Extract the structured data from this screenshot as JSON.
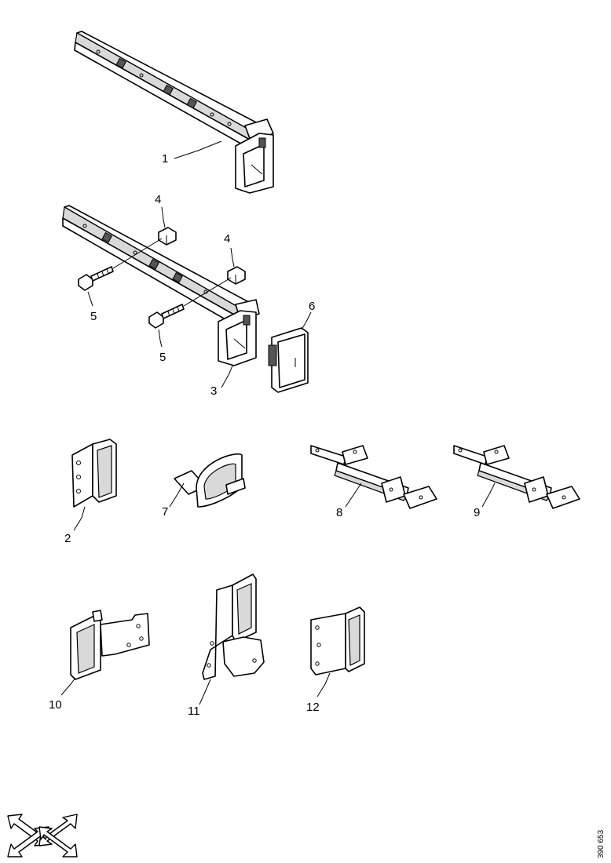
{
  "callouts": {
    "c1": "1",
    "c2": "2",
    "c3": "3",
    "c4a": "4",
    "c4b": "4",
    "c5a": "5",
    "c5b": "5",
    "c6": "6",
    "c7": "7",
    "c8": "8",
    "c9": "9",
    "c10": "10",
    "c11": "11",
    "c12": "12"
  },
  "document_number": "390 653",
  "orientation_icon": "double-arrow-icon"
}
